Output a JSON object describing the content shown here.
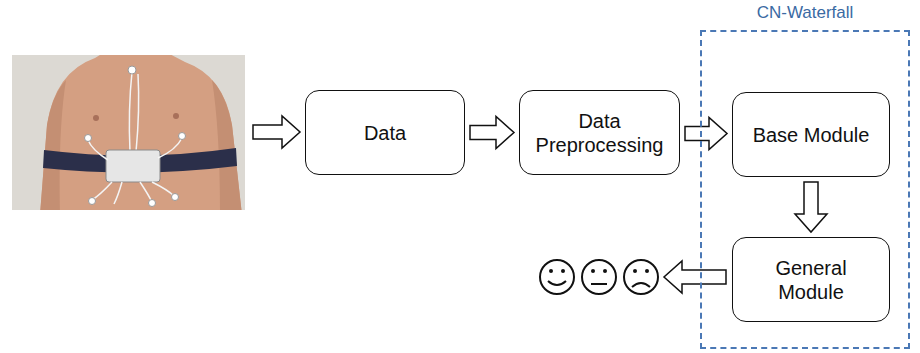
{
  "diagram": {
    "nodes": [
      {
        "text": [
          "Data"
        ]
      },
      {
        "text": [
          "Data Preprocessing"
        ]
      },
      {
        "text": [
          "CN-Waterfall"
        ]
      },
      {
        "text": [
          "Base Module"
        ],
        "in": 2
      },
      {
        "text": [
          "General Module"
        ],
        "in": 2
      }
    ],
    "edges": [
      {
        "from": 0,
        "to": 1,
        "arrow": "to"
      },
      {
        "from": 1,
        "to": 3,
        "arrow": "to"
      },
      {
        "from": 3,
        "to": 4,
        "arrow": "to"
      }
    ]
  }
}
